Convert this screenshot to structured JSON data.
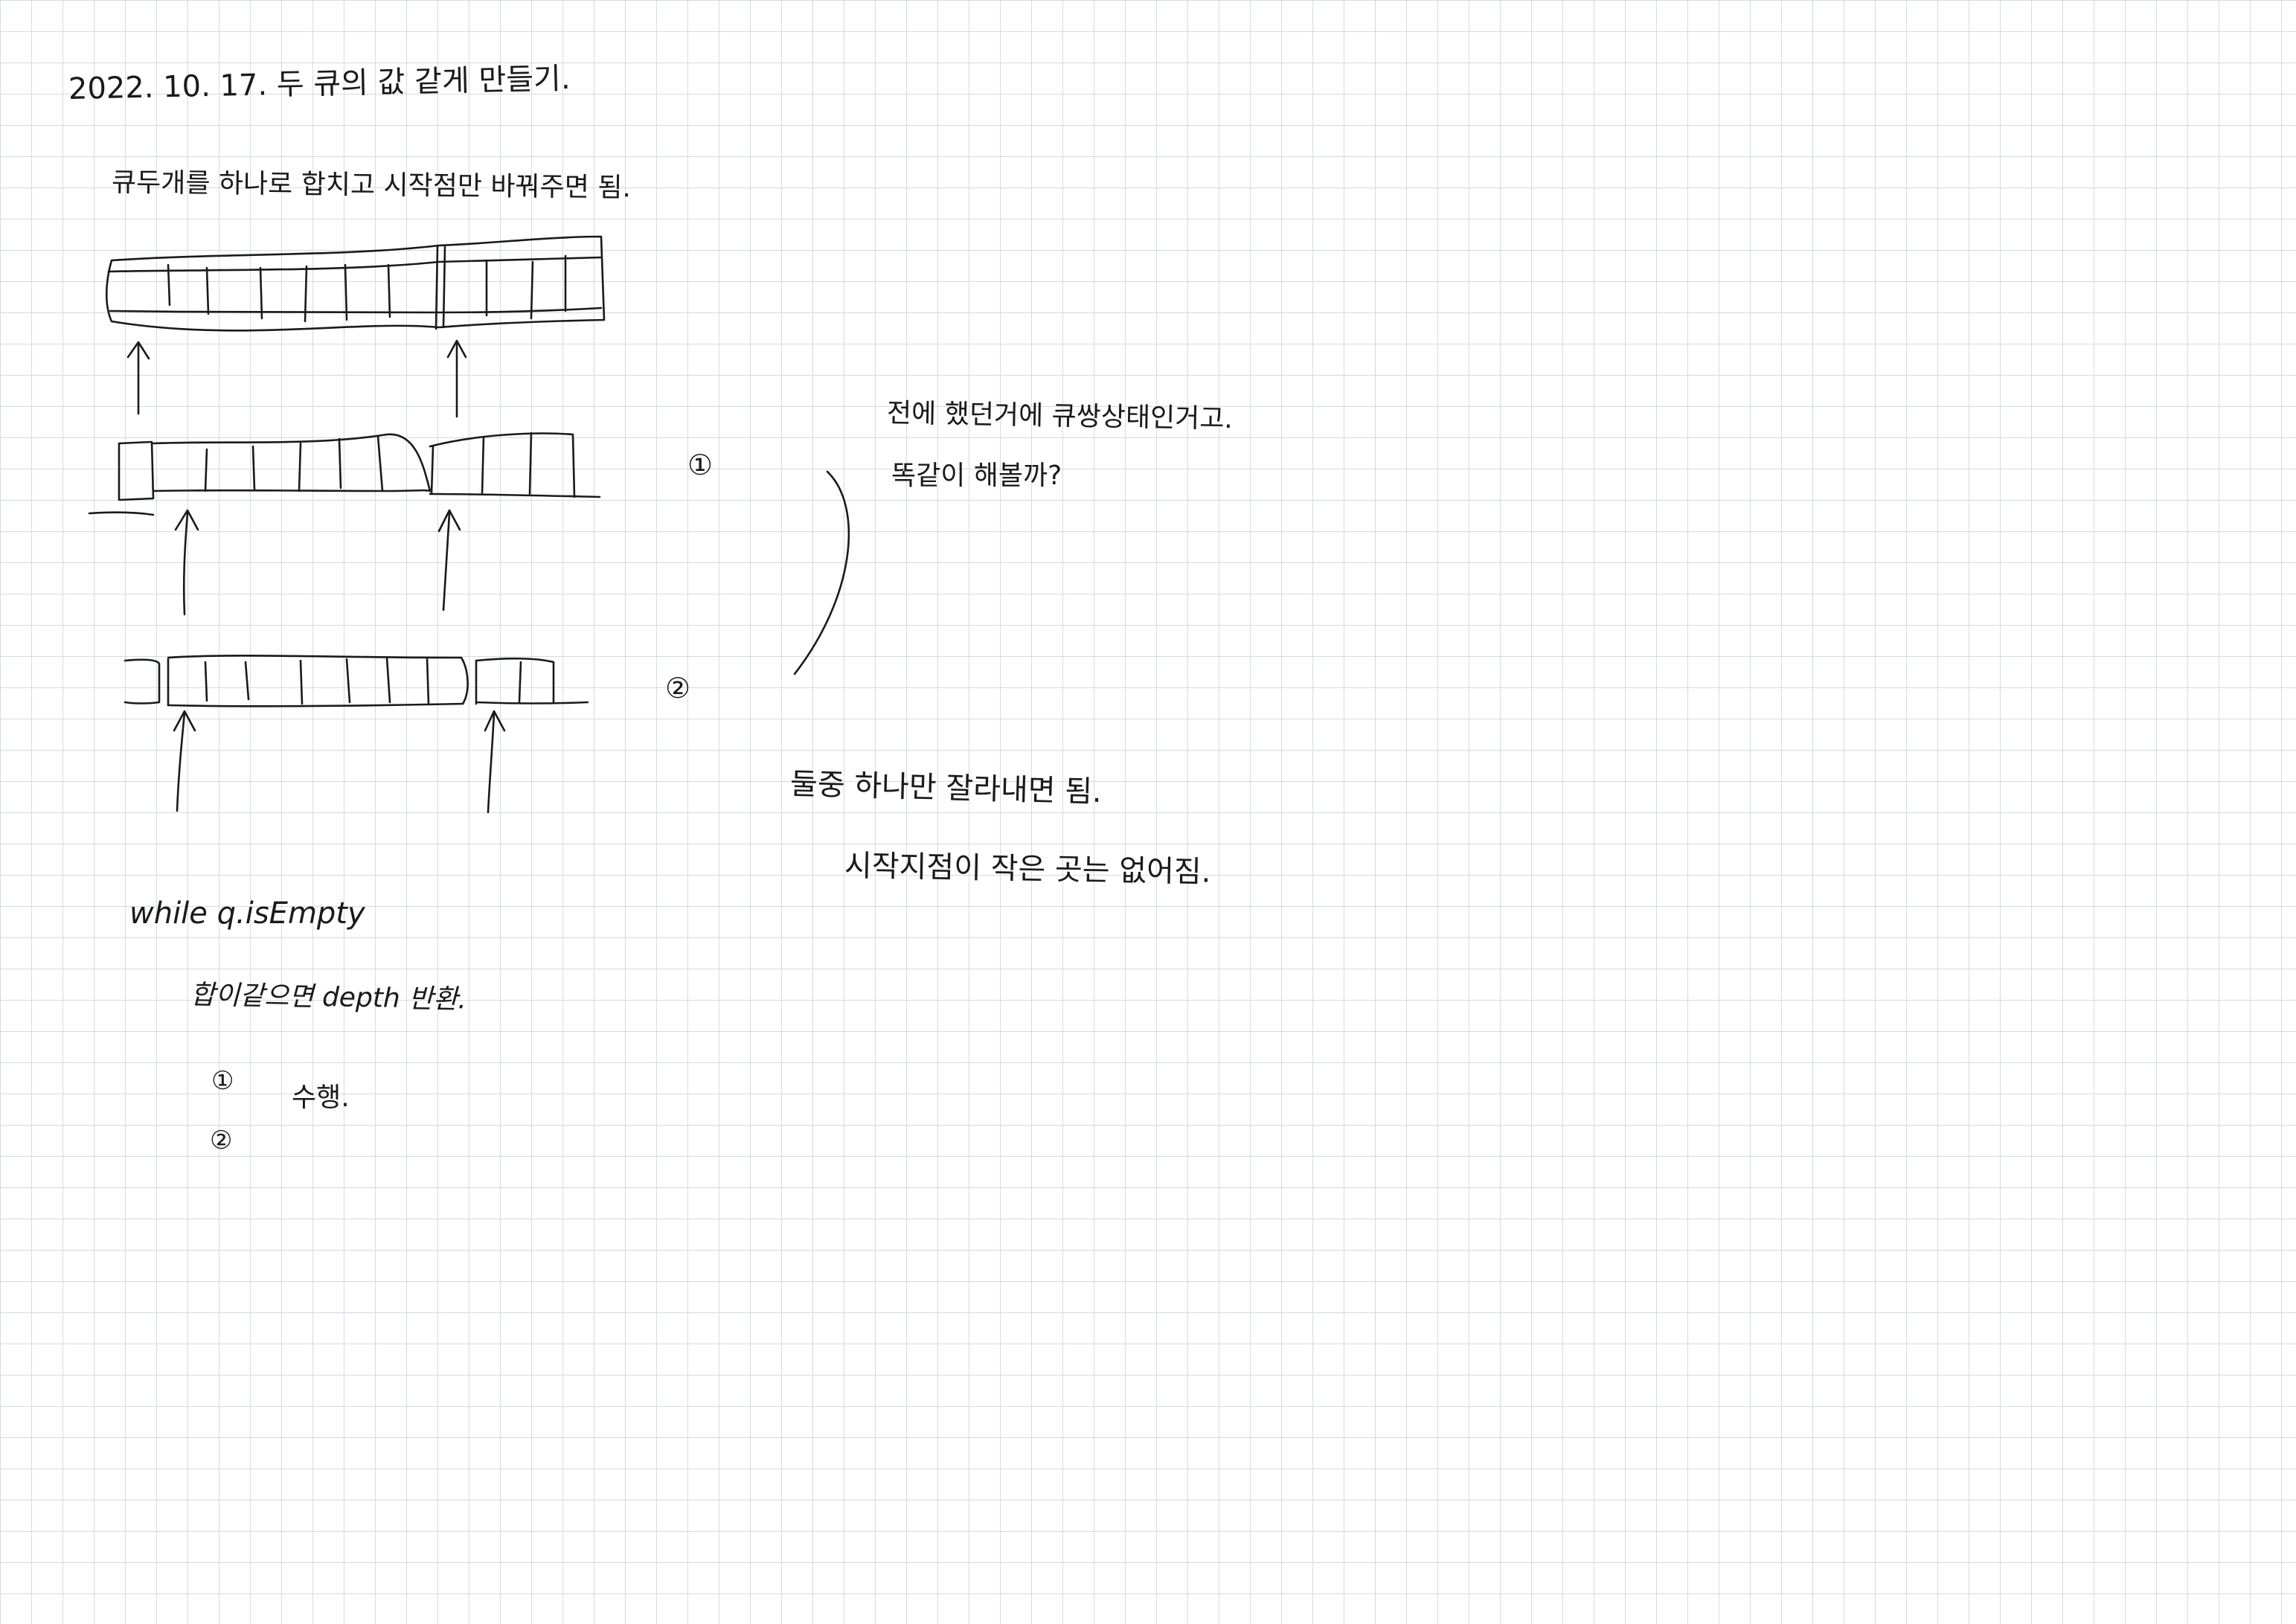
{
  "note": {
    "date_title": "2022. 10. 17.   두 큐의 값 같게 만들기.",
    "idea_line": "큐두개를 하나로 합치고   시작점만 바꿔주면 됨.",
    "side_note_1": "전에 했던거에 큐쌍상태인거고.",
    "side_note_2": "똑같이 해볼까?",
    "side_note_3": "둘중 하나만 잘라내면 됨.",
    "side_note_4": "시작지점이 작은 곳는 없어짐.",
    "diagram_marker_1": "①",
    "diagram_marker_2": "②",
    "loop_line": "while   q.isEmpty",
    "loop_condition": "합이같으면 depth 반환.",
    "step_marker_1": "①",
    "step_marker_2": "②",
    "step_text": "수행."
  },
  "ink_color": "#1a1a1a",
  "grid_color": "#d6dadf",
  "background_color": "#ffffff"
}
